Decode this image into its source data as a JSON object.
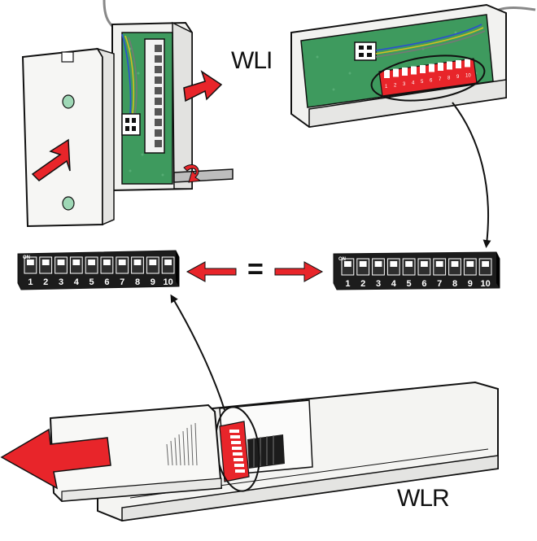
{
  "labels": {
    "transmitter": "WLI",
    "receiver": "WLR",
    "equals": "="
  },
  "dip_switch": {
    "on_label": "ON",
    "positions": [
      "1",
      "2",
      "3",
      "4",
      "5",
      "6",
      "7",
      "8",
      "9",
      "10"
    ]
  },
  "colors": {
    "arrow": "#e8252a",
    "pcb": "#3e9a5e",
    "dip_body": "#1c1c1c",
    "dip_highlight": "#e8252a",
    "housing": "#f4f4f2",
    "outline": "#111111"
  },
  "icons": {
    "remove_cover_arrows": "red-arrow-icon",
    "flow_arrows": "black-curved-arrow-icon"
  }
}
